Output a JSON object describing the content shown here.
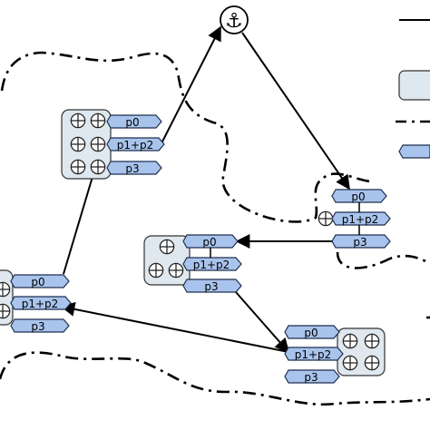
{
  "anchor": {
    "icon": "anchor-icon",
    "glyph": "⚓"
  },
  "colors": {
    "port_fill": "#a9c4ec",
    "port_stroke": "#1e2f4f",
    "node_fill": "#dfe8ee",
    "node_stroke": "#333333",
    "line": "#000000",
    "boundary": "#000000"
  },
  "groups": [
    {
      "name": "group-top-left",
      "cells": 6,
      "ports": [
        "p0",
        "p1+p2",
        "p3"
      ]
    },
    {
      "name": "group-right-upper",
      "cells": 1,
      "ports": [
        "p0",
        "p1+p2",
        "p3"
      ]
    },
    {
      "name": "group-middle",
      "cells": 3,
      "ports": [
        "p0",
        "p1+p2",
        "p3"
      ]
    },
    {
      "name": "group-left",
      "cells": 2,
      "ports": [
        "p0",
        "p1+p2",
        "p3"
      ]
    },
    {
      "name": "group-bottom-right",
      "cells": 4,
      "ports": [
        "p0",
        "p1+p2",
        "p3"
      ]
    }
  ],
  "legend": [
    {
      "kind": "solid-line",
      "label": ""
    },
    {
      "kind": "node-box",
      "label": ""
    },
    {
      "kind": "dash-dot-line",
      "label": ""
    },
    {
      "kind": "port-shape",
      "label": ""
    }
  ]
}
